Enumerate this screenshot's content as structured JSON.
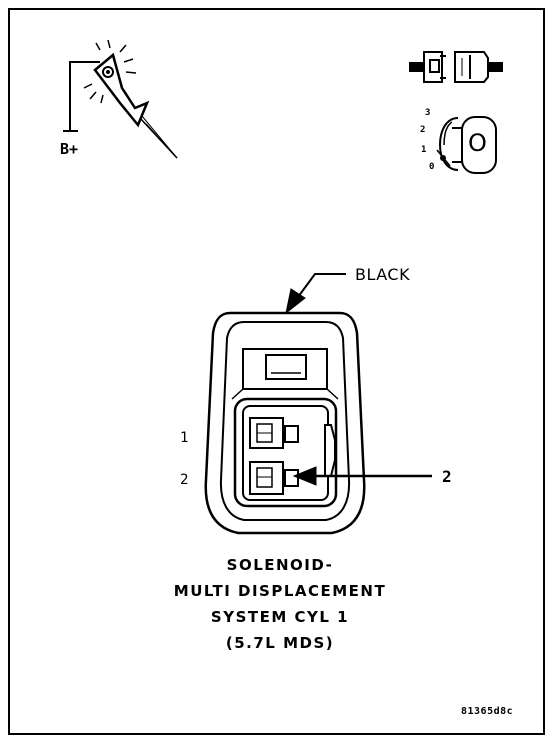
{
  "battery_label": "B+",
  "key_positions": [
    "3",
    "2",
    "1",
    "0"
  ],
  "key_letter": "O",
  "wire_color_label": "BLACK",
  "pin_labels": [
    "1",
    "2"
  ],
  "callout_number": "2",
  "caption_lines": [
    "SOLENOID-",
    "MULTI DISPLACEMENT",
    "SYSTEM CYL 1",
    "(5.7L MDS)"
  ],
  "figure_id": "81365d8c",
  "colors": {
    "ink": "#000000",
    "paper": "#ffffff"
  },
  "icons": [
    "test-probe-icon",
    "connector-disconnected-icon",
    "ignition-key-icon"
  ]
}
